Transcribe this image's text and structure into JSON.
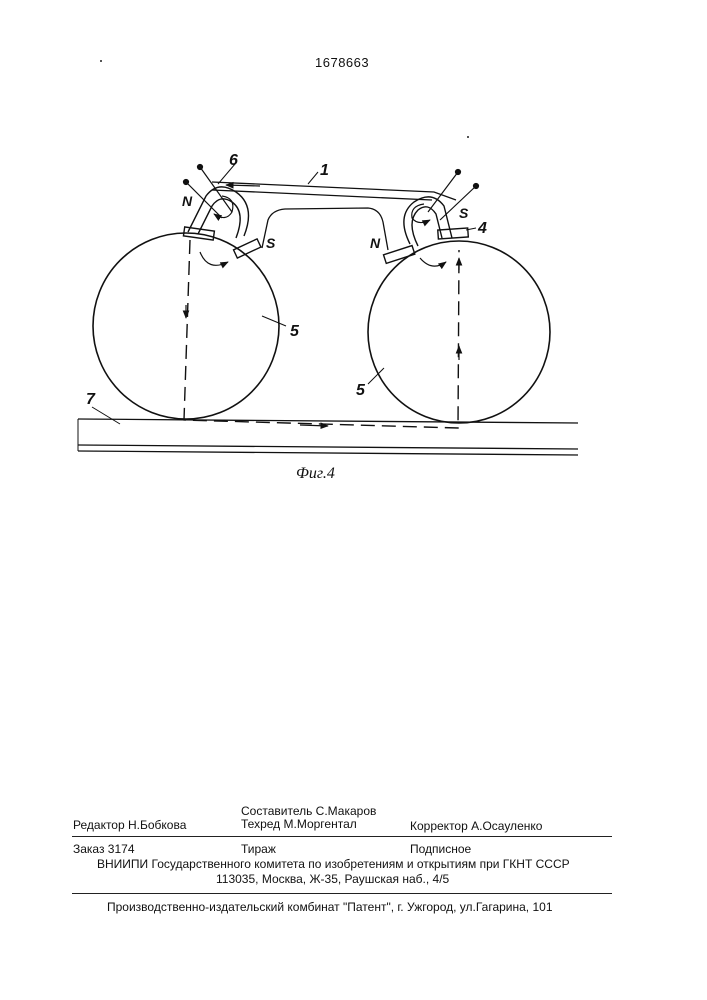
{
  "patent_number": "1678663",
  "figure": {
    "caption": "Фиг.4",
    "labels": {
      "l1": "1",
      "l4": "4",
      "l5a": "5",
      "l5b": "5",
      "l6": "6",
      "l7": "7",
      "n_left": "N",
      "s_left": "S",
      "n_right": "N",
      "s_right": "S"
    }
  },
  "credits": {
    "editor": "Редактор  Н.Бобкова",
    "composer": "Составитель  С.Макаров",
    "techred": "Техред М.Моргентал",
    "corrector": "Корректор   А.Осауленко",
    "order": "Заказ  3174",
    "circulation": "Тираж",
    "subscription": "Подписное",
    "org_line": "ВНИИПИ Государственного комитета по изобретениям и открытиям при ГКНТ СССР",
    "address_line": "113035, Москва, Ж-35, Раушская наб., 4/5",
    "publisher_line": "Производственно-издательский комбинат \"Патент\", г. Ужгород, ул.Гагарина, 101"
  }
}
